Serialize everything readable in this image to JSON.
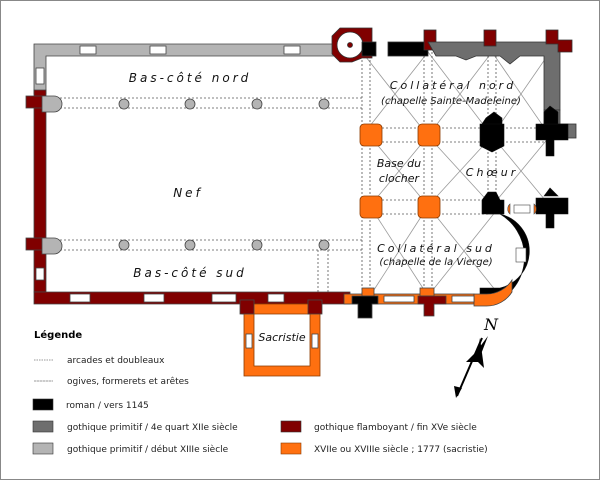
{
  "plan": {
    "rooms": {
      "bas_cote_nord": "Bas-côté nord",
      "nef": "Nef",
      "bas_cote_sud": "Bas-côté sud",
      "collateral_nord": "Collatéral nord",
      "collateral_nord_sub": "(chapelle Sainte-Madeleine)",
      "base_clocher_1": "Base du",
      "base_clocher_2": "clocher",
      "choeur": "Chœur",
      "collateral_sud": "Collatéral sud",
      "collateral_sud_sub": "(chapelle de la Vierge)",
      "sacristie": "Sacristie"
    },
    "north_arrow": "N"
  },
  "colors": {
    "roman": "#000000",
    "gothique_4e": "#6e6e6e",
    "gothique_debut": "#b4b4b4",
    "flamboyant": "#800000",
    "xviie": "#ff7010"
  },
  "legend": {
    "title": "Légende",
    "lines": [
      {
        "label": "arcades et doubleaux"
      },
      {
        "label": "ogives, formerets et arêtes"
      }
    ],
    "items": [
      {
        "label": "roman / vers 1145",
        "color_key": "roman"
      },
      {
        "label": "gothique primitif / 4e quart XIIe siècle",
        "color_key": "gothique_4e"
      },
      {
        "label": "gothique primitif / début XIIIe siècle",
        "color_key": "gothique_debut"
      },
      {
        "label": "gothique flamboyant / fin XVe siècle",
        "color_key": "flamboyant"
      },
      {
        "label": "XVIIe ou XVIIIe siècle ; 1777 (sacristie)",
        "color_key": "xviie"
      }
    ]
  }
}
